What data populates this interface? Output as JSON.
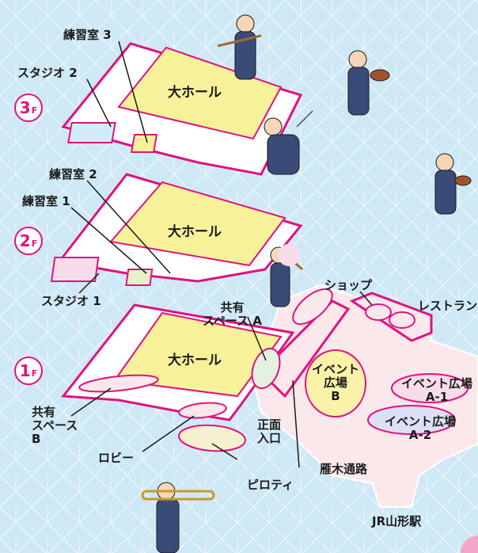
{
  "floors": {
    "f3": {
      "num": "3",
      "suffix": "F",
      "hall": "大ホール"
    },
    "f2": {
      "num": "2",
      "suffix": "F",
      "hall": "大ホール"
    },
    "f1": {
      "num": "1",
      "suffix": "F",
      "hall": "大ホール"
    }
  },
  "labels": {
    "practice3": "練習室 3",
    "studio2": "スタジオ 2",
    "practice2": "練習室 2",
    "practice1": "練習室 1",
    "studio1": "スタジオ 1",
    "shared_a": "共有\nスペース A",
    "shared_b": "共有\nスペース\nB",
    "lobby": "ロビー",
    "entrance": "正面\n入口",
    "piloti": "ピロティ",
    "shop": "ショップ",
    "restaurant": "レストラン",
    "event_b": "イベント\n広場\nB",
    "event_a1": "イベント広場\nA-1",
    "event_a2": "イベント広場\nA-2",
    "passage": "雁木通路",
    "station": "JR山形駅"
  },
  "colors": {
    "outline": "#e0127f",
    "hall_fill": "#f7f19a",
    "background": "#cfe8f5"
  }
}
